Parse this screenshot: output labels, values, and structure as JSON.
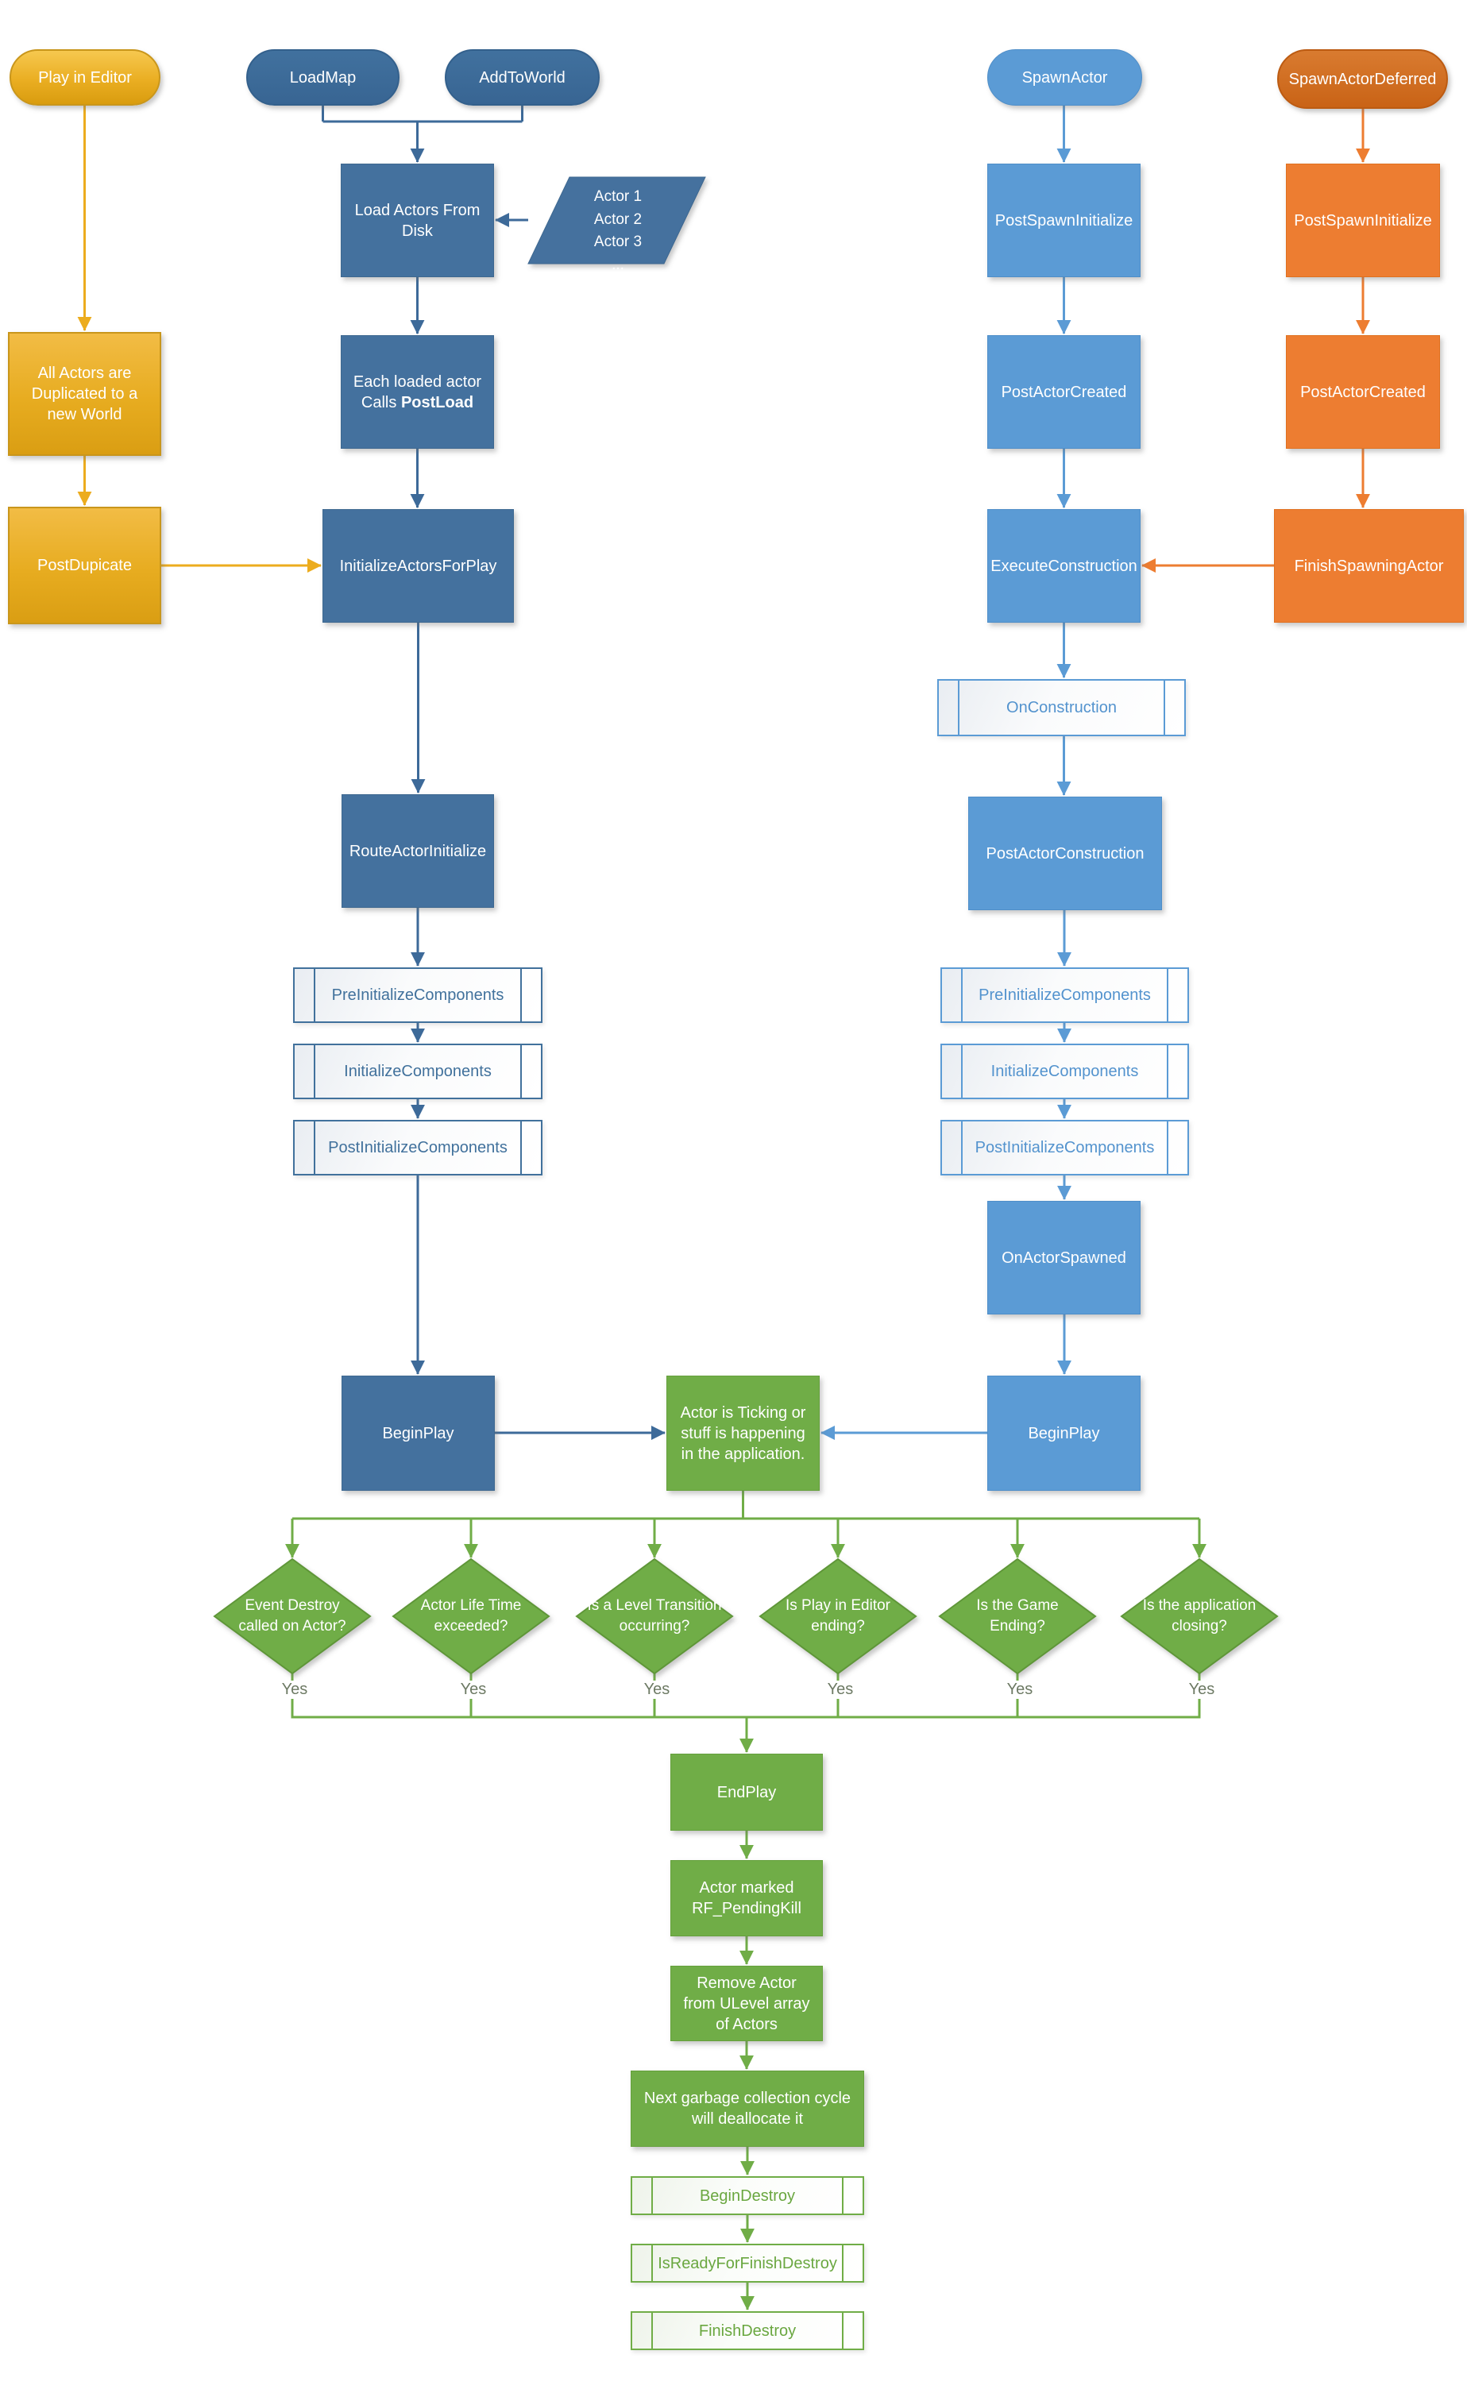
{
  "colors": {
    "gold": "#E7AC20",
    "gold_border": "#C9961B",
    "gold_line": "#ECAC1E",
    "blue_dark": "#44719E",
    "blue_dark_line": "#3D6A99",
    "blue_medium": "#5B9BD5",
    "orange": "#ED7D31",
    "orange_pill": "#CF6A1D",
    "green": "#70AD47",
    "green_border": "#5E9638",
    "yes_text": "#6D7A64"
  },
  "editor_flow": {
    "play_in_editor": "Play in Editor",
    "all_actors_duplicated": "All Actors are Duplicated to a new World",
    "post_dupicate": "PostDupicate"
  },
  "load_flow": {
    "load_map": "LoadMap",
    "add_to_world": "AddToWorld",
    "load_actors_from_disk": "Load Actors From Disk",
    "actor_list": [
      "Actor 1",
      "Actor 2",
      "Actor 3",
      "..."
    ],
    "each_loaded_line1": "Each loaded actor",
    "each_loaded_line2_prefix": "Calls",
    "each_loaded_line2_bold": "PostLoad",
    "initialize_actors_for_play": "InitializeActorsForPlay",
    "route_actor_initialize": "RouteActorInitialize",
    "pre_initialize_components": "PreInitializeComponents",
    "initialize_components": "InitializeComponents",
    "post_initialize_components": "PostInitializeComponents",
    "begin_play": "BeginPlay"
  },
  "spawn_flow": {
    "spawn_actor": "SpawnActor",
    "post_spawn_initialize": "PostSpawnInitialize",
    "post_actor_created": "PostActorCreated",
    "execute_construction": "ExecuteConstruction",
    "on_construction": "OnConstruction",
    "post_actor_construction": "PostActorConstruction",
    "pre_initialize_components": "PreInitializeComponents",
    "initialize_components": "InitializeComponents",
    "post_initialize_components": "PostInitializeComponents",
    "on_actor_spawned": "OnActorSpawned",
    "begin_play": "BeginPlay"
  },
  "deferred_flow": {
    "spawn_actor_deferred": "SpawnActorDeferred",
    "post_spawn_initialize": "PostSpawnInitialize",
    "post_actor_created": "PostActorCreated",
    "finish_spawning_actor": "FinishSpawningActor"
  },
  "runtime": {
    "ticking": "Actor is Ticking or stuff is happening in the application."
  },
  "decisions": [
    {
      "label": "Event Destroy called on Actor?",
      "yes": "Yes"
    },
    {
      "label": "Actor Life Time exceeded?",
      "yes": "Yes"
    },
    {
      "label": "Is a Level Transition occurring?",
      "yes": "Yes"
    },
    {
      "label": "Is Play in Editor ending?",
      "yes": "Yes"
    },
    {
      "label": "Is the Game Ending?",
      "yes": "Yes"
    },
    {
      "label": "Is the application closing?",
      "yes": "Yes"
    }
  ],
  "destroy_flow": {
    "end_play": "EndPlay",
    "actor_marked_pending_kill": "Actor marked RF_PendingKill",
    "remove_actor_from_ulevel": "Remove Actor from ULevel array of Actors",
    "garbage_collection": "Next garbage collection cycle will deallocate it",
    "begin_destroy": "BeginDestroy",
    "is_ready_for_finish_destroy": "IsReadyForFinishDestroy",
    "finish_destroy": "FinishDestroy"
  }
}
